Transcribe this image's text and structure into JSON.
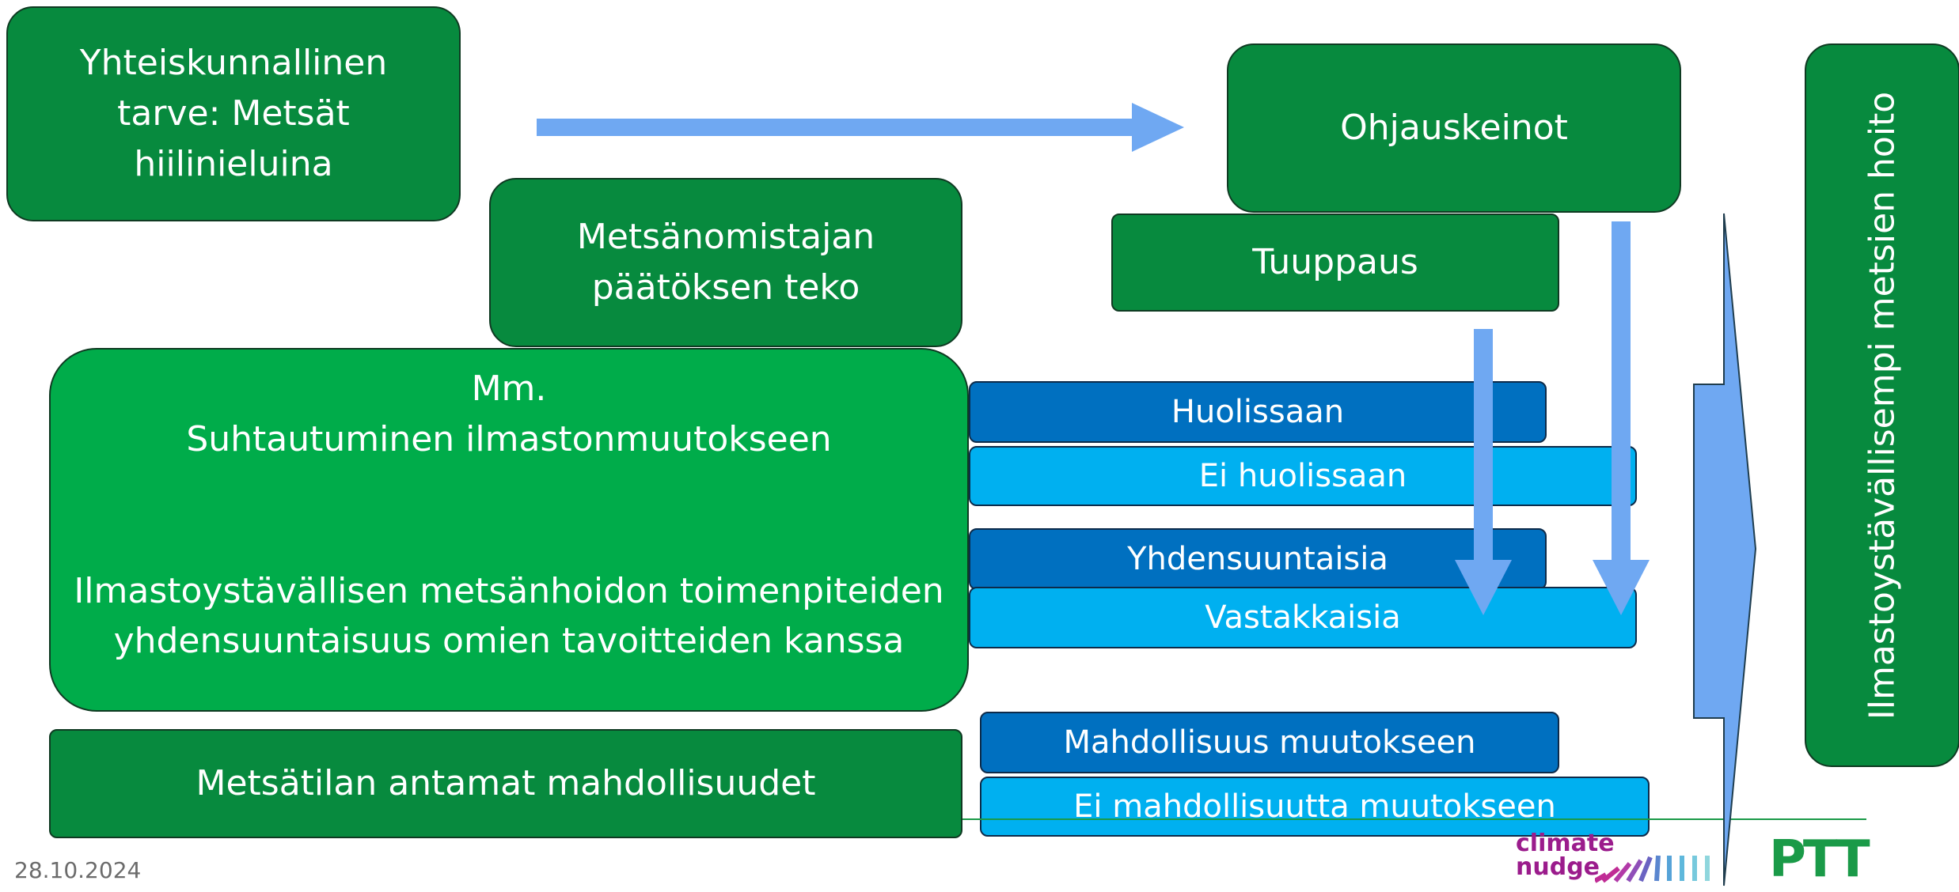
{
  "boxes": {
    "societal_need": [
      "Yhteiskunnallinen",
      "tarve: Metsät",
      "hiilinieluina"
    ],
    "steering_means": "Ohjauskeinot",
    "owner_decision": [
      "Metsänomistajan",
      "päätöksen teko"
    ],
    "nudging": "Tuuppaus",
    "attitude_title": [
      "Mm.",
      "Suhtautuminen ilmastonmuutokseen"
    ],
    "goals_alignment": [
      "Ilmastoystävällisen metsänhoidon toimenpiteiden",
      "yhdensuuntaisuus omien tavoitteiden kanssa"
    ],
    "forest_estate": "Metsätilan antamat mahdollisuudet",
    "outcome": "Ilmastoystävällisempi metsien hoito"
  },
  "options": {
    "worried": "Huolissaan",
    "not_worried": "Ei huolissaan",
    "aligned": "Yhdensuuntaisia",
    "opposing": "Vastakkaisia",
    "can_change": "Mahdollisuus muutokseen",
    "cannot_change": "Ei mahdollisuutta muutokseen"
  },
  "footer": {
    "date": "28.10.2024",
    "logo_climate_nudge": [
      "climate",
      "nudge"
    ],
    "logo_ptt": "PTT"
  },
  "colors": {
    "dark_green": "#078a3e",
    "bright_green": "#00ac4a",
    "dark_blue": "#0070c0",
    "light_blue": "#00b0f0",
    "arrow_blue": "#6fa8f2",
    "logo_purple": "#9b1c8c"
  }
}
